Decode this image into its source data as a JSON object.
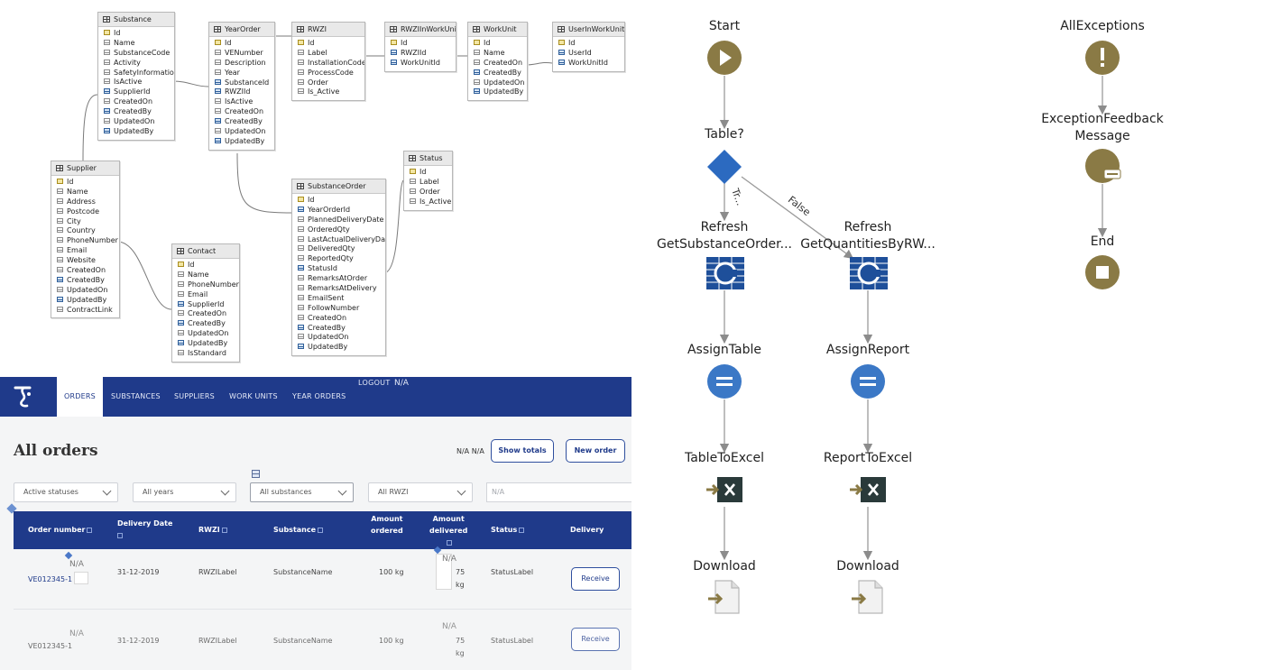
{
  "er_diagram": {
    "tables": [
      {
        "name": "Substance",
        "fields": [
          "Id",
          "Name",
          "SubstanceCode",
          "Activity",
          "SafetyInformation",
          "IsActive",
          "SupplierId",
          "CreatedOn",
          "CreatedBy",
          "UpdatedOn",
          "UpdatedBy"
        ]
      },
      {
        "name": "YearOrder",
        "fields": [
          "Id",
          "VENumber",
          "Description",
          "Year",
          "SubstanceId",
          "RWZIId",
          "IsActive",
          "CreatedOn",
          "CreatedBy",
          "UpdatedOn",
          "UpdatedBy"
        ]
      },
      {
        "name": "RWZI",
        "fields": [
          "Id",
          "Label",
          "InstallationCode",
          "ProcessCode",
          "Order",
          "Is_Active"
        ]
      },
      {
        "name": "RWZIInWorkUnit",
        "fields": [
          "Id",
          "RWZIId",
          "WorkUnitId"
        ]
      },
      {
        "name": "WorkUnit",
        "fields": [
          "Id",
          "Name",
          "CreatedOn",
          "CreatedBy",
          "UpdatedOn",
          "UpdatedBy"
        ]
      },
      {
        "name": "UserInWorkUnit",
        "fields": [
          "Id",
          "UserId",
          "WorkUnitId"
        ]
      },
      {
        "name": "Supplier",
        "fields": [
          "Id",
          "Name",
          "Address",
          "Postcode",
          "City",
          "Country",
          "PhoneNumber",
          "Email",
          "Website",
          "CreatedOn",
          "CreatedBy",
          "UpdatedOn",
          "UpdatedBy",
          "ContractLink"
        ]
      },
      {
        "name": "Contact",
        "fields": [
          "Id",
          "Name",
          "PhoneNumber",
          "Email",
          "SupplierId",
          "CreatedOn",
          "CreatedBy",
          "UpdatedOn",
          "UpdatedBy",
          "IsStandard"
        ]
      },
      {
        "name": "SubstanceOrder",
        "fields": [
          "Id",
          "YearOrderId",
          "PlannedDeliveryDate",
          "OrderedQty",
          "LastActualDeliveryDate",
          "DeliveredQty",
          "ReportedQty",
          "StatusId",
          "RemarksAtOrder",
          "RemarksAtDelivery",
          "EmailSent",
          "FollowNumber",
          "CreatedOn",
          "CreatedBy",
          "UpdatedOn",
          "UpdatedBy"
        ]
      },
      {
        "name": "Status",
        "fields": [
          "Id",
          "Label",
          "Order",
          "Is_Active"
        ]
      }
    ]
  },
  "app": {
    "nav": {
      "items": [
        "ORDERS",
        "SUBSTANCES",
        "SUPPLIERS",
        "WORK UNITS",
        "YEAR ORDERS"
      ],
      "logout": "LOGOUT",
      "user": "N/A"
    },
    "title": "All orders",
    "na_pair": "N/A N/A",
    "buttons": {
      "show_totals": "Show totals",
      "new_order": "New order"
    },
    "filters": {
      "status": "Active statuses",
      "years": "All years",
      "substances": "All substances",
      "rwzi": "All RWZI",
      "search_placeholder": "N/A"
    },
    "table": {
      "headers": {
        "order_number": "Order number",
        "delivery_date": "Delivery Date",
        "rwzi": "RWZI",
        "substance": "Substance",
        "amount_ordered_1": "Amount",
        "amount_ordered_2": "ordered",
        "amount_delivered_1": "Amount",
        "amount_delivered_2": "delivered",
        "status": "Status",
        "delivery": "Delivery"
      },
      "rows": [
        {
          "na": "N/A",
          "order_number": "VE012345-1",
          "date": "31-12-2019",
          "rwzi": "RWZILabel",
          "substance": "SubstanceName",
          "ordered": "100 kg",
          "delivered_na": "N/A",
          "delivered_value": "75",
          "delivered_unit": "kg",
          "status": "StatusLabel",
          "action": "Receive"
        },
        {
          "na": "N/A",
          "order_number": "VE012345-1",
          "date": "31-12-2019",
          "rwzi": "RWZILabel",
          "substance": "SubstanceName",
          "ordered": "100 kg",
          "delivered_na": "N/A",
          "delivered_value": "75",
          "delivered_unit": "kg",
          "status": "StatusLabel",
          "action": "Receive"
        }
      ]
    }
  },
  "flow": {
    "nodes": {
      "start": "Start",
      "table_check": "Table?",
      "refresh_1_line1": "Refresh",
      "refresh_1_line2": "GetSubstanceOrder...",
      "refresh_2_line1": "Refresh",
      "refresh_2_line2": "GetQuantitiesByRW...",
      "assign_table": "AssignTable",
      "assign_report": "AssignReport",
      "table_to_excel": "TableToExcel",
      "report_to_excel": "ReportToExcel",
      "download_1": "Download",
      "download_2": "Download",
      "all_exceptions": "AllExceptions",
      "exception_feedback_1": "ExceptionFeedback",
      "exception_feedback_2": "Message",
      "end": "End"
    },
    "edges": {
      "true_label": "Tr...",
      "false_label": "False"
    },
    "colors": {
      "start": "#8a7a45",
      "decision": "#2c6ac0",
      "aggregate": "#1e4f9a",
      "assign": "#3b78c6",
      "excel": "#2a3a3a",
      "end": "#8a7a45"
    }
  }
}
